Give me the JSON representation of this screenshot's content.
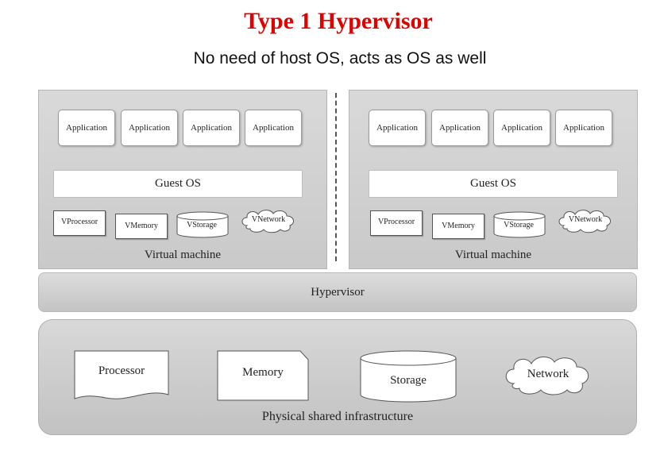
{
  "title": "Type 1 Hypervisor",
  "subtitle": "No need of host OS, acts as OS as well",
  "virtual_machines": [
    {
      "applications": [
        "Application",
        "Application",
        "Application",
        "Application"
      ],
      "guest_os": "Guest OS",
      "resources": {
        "processor": "VProcessor",
        "memory": "VMemory",
        "storage": "VStorage",
        "network": "VNetwork"
      },
      "label": "Virtual machine"
    },
    {
      "applications": [
        "Application",
        "Application",
        "Application",
        "Application"
      ],
      "guest_os": "Guest OS",
      "resources": {
        "processor": "VProcessor",
        "memory": "VMemory",
        "storage": "VStorage",
        "network": "VNetwork"
      },
      "label": "Virtual machine"
    }
  ],
  "hypervisor": "Hypervisor",
  "physical": {
    "processor": "Processor",
    "memory": "Memory",
    "storage": "Storage",
    "network": "Network",
    "label": "Physical shared infrastructure"
  },
  "colors": {
    "title": "#e00000",
    "panel": "#cfcfcf"
  }
}
